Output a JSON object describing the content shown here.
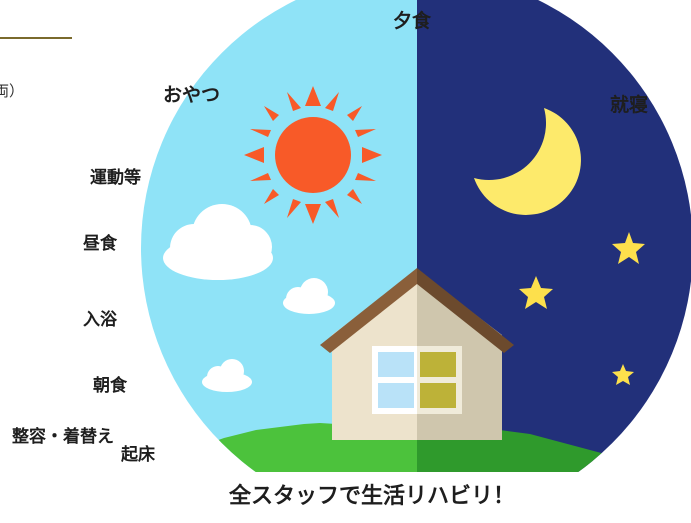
{
  "labels": {
    "dinner": "夕食",
    "snack": "おやつ",
    "bedtime": "就寝",
    "exercise": "運動等",
    "lunch": "昼食",
    "bath": "入浴",
    "breakfast": "朝食",
    "grooming": "整容・着替え",
    "wake": "起床"
  },
  "caption": "全スタッフで生活リハビリ！",
  "corner_text": "両）",
  "colors": {
    "day_sky": "#8fe3f7",
    "night_sky": "#22307a",
    "sun": "#f85a28",
    "moon": "#fdea6b",
    "star": "#fde04c",
    "cloud": "#ffffff",
    "grass_light": "#4cc23c",
    "grass_dark": "#2f9a2c",
    "roof": "#8a5f3a",
    "wall_day": "#ede3cc",
    "wall_night": "#cfc6ad",
    "window_day": "#b9e2f8",
    "window_night": "#bdb238"
  }
}
